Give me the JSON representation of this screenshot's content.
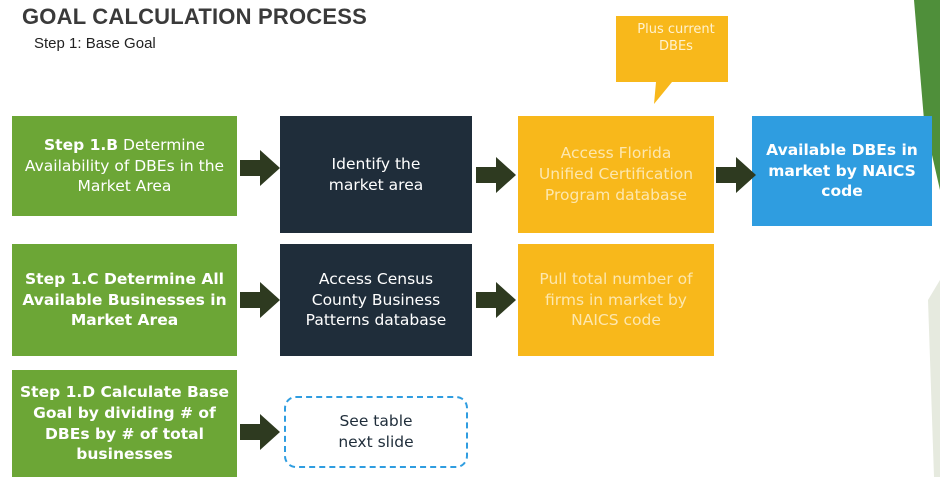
{
  "header": {
    "title": "GOAL CALCULATION PROCESS",
    "subtitle": "Step 1: Base Goal"
  },
  "callout": {
    "text": "Plus current DBEs"
  },
  "rows": [
    {
      "step": {
        "bold": "Step 1.B",
        "rest": " Determine Availability of DBEs in the Market Area"
      },
      "boxes": [
        "Identify the market area",
        "Access Florida Unified Certification Program database",
        "Available DBEs in market by NAICS code"
      ]
    },
    {
      "step": {
        "bold": "Step 1.C Determine All Available Businesses in Market Area",
        "rest": ""
      },
      "boxes": [
        "Access Census County Business Patterns database",
        "Pull total number of firms in market by NAICS code"
      ]
    },
    {
      "step": {
        "bold": "Step 1.D Calculate Base Goal by dividing # of DBEs by # of total businesses",
        "rest": ""
      },
      "boxes": [
        "See table next slide"
      ]
    }
  ],
  "colors": {
    "green": "#6ca636",
    "navy": "#1f2d3a",
    "orange": "#f8b81b",
    "blue": "#2f9de0",
    "arrow": "#2e3a20"
  }
}
